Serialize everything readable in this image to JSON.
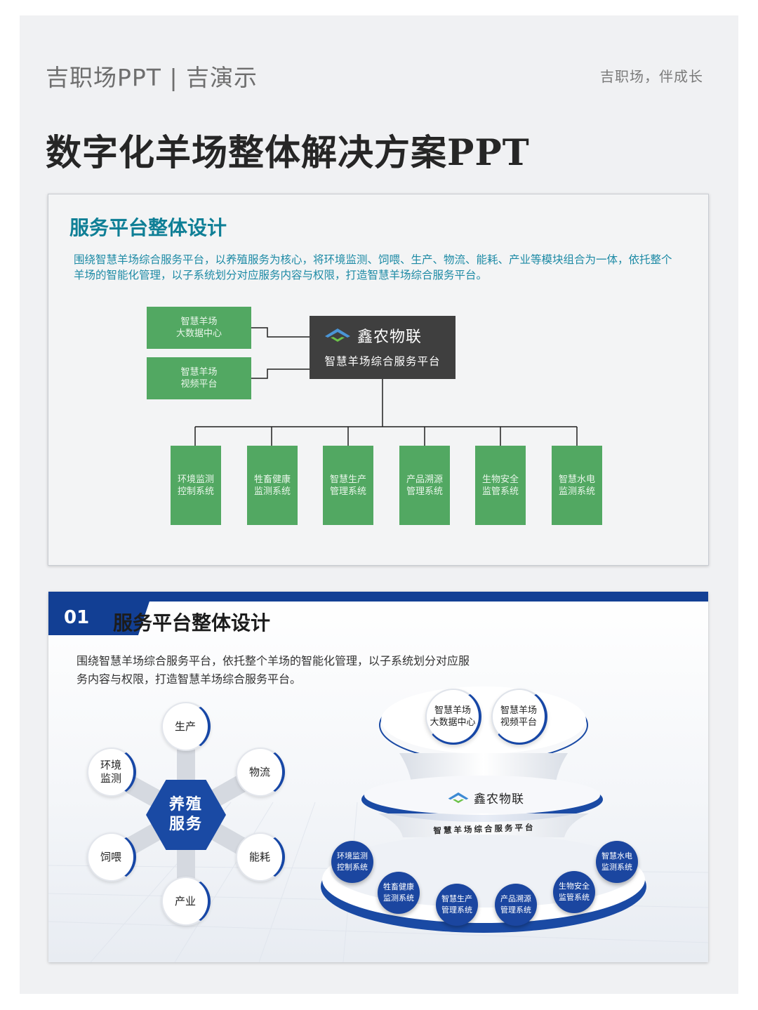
{
  "header": {
    "brand": "吉职场PPT | 吉演示",
    "slogan": "吉职场，伴成长",
    "main_title": "数字化羊场整体解决方案PPT"
  },
  "slide1": {
    "title": "服务平台整体设计",
    "description": "围绕智慧羊场综合服务平台，以养殖服务为核心，将环境监测、饲喂、生产、物流、能耗、产业等模块组合为一体，依托整个羊场的智能化管理，以子系统划分对应服务内容与权限，打造智慧羊场综合服务平台。",
    "left_boxes": [
      {
        "line1": "智慧羊场",
        "line2": "大数据中心"
      },
      {
        "line1": "智慧羊场",
        "line2": "视频平台"
      }
    ],
    "center": {
      "logo_name": "鑫农物联",
      "subtitle": "智慧羊场综合服务平台"
    },
    "subsystems": [
      {
        "line1": "环境监测",
        "line2": "控制系统"
      },
      {
        "line1": "牲畜健康",
        "line2": "监测系统"
      },
      {
        "line1": "智慧生产",
        "line2": "管理系统"
      },
      {
        "line1": "产品溯源",
        "line2": "管理系统"
      },
      {
        "line1": "生物安全",
        "line2": "监管系统"
      },
      {
        "line1": "智慧水电",
        "line2": "监测系统"
      }
    ]
  },
  "slide2": {
    "number": "01",
    "title": "服务平台整体设计",
    "description": "围绕智慧羊场综合服务平台，依托整个羊场的智能化管理，以子系统划分对应服务内容与权限，打造智慧羊场综合服务平台。",
    "hub": {
      "line1": "养殖",
      "line2": "服务"
    },
    "nodes": {
      "top": "生产",
      "left_top": {
        "line1": "环境",
        "line2": "监测"
      },
      "right_top": "物流",
      "left_bottom": "饲喂",
      "right_bottom": "能耗",
      "bottom": "产业"
    },
    "top_circles": [
      {
        "line1": "智慧羊场",
        "line2": "大数据中心"
      },
      {
        "line1": "智慧羊场",
        "line2": "视频平台"
      }
    ],
    "platform": {
      "logo_name": "鑫农物联",
      "subtitle": "智慧羊场综合服务平台"
    },
    "base_circles": [
      {
        "line1": "环境监测",
        "line2": "控制系统"
      },
      {
        "line1": "牲畜健康",
        "line2": "监测系统"
      },
      {
        "line1": "智慧生产",
        "line2": "管理系统"
      },
      {
        "line1": "产品溯源",
        "line2": "管理系统"
      },
      {
        "line1": "生物安全",
        "line2": "监管系统"
      },
      {
        "line1": "智慧水电",
        "line2": "监测系统"
      }
    ]
  },
  "colors": {
    "green_box": "#52a862",
    "dark_box": "#3f3f3f",
    "teal_title": "#0f7f96",
    "navy": "#123f94"
  }
}
